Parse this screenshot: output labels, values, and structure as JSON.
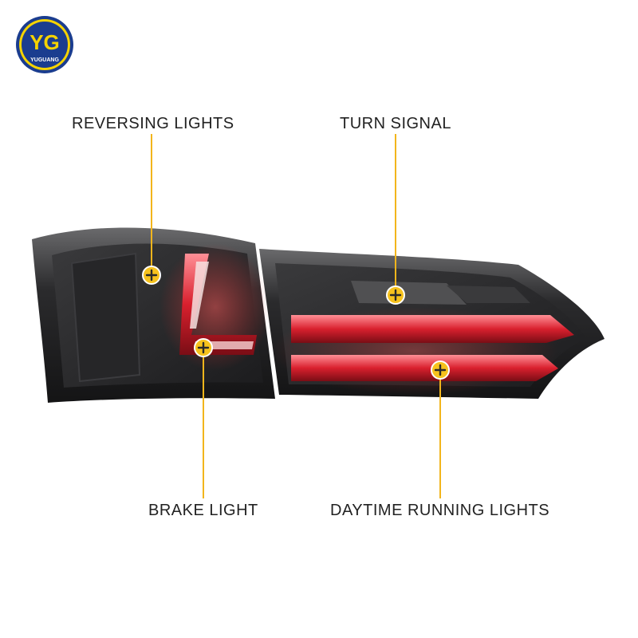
{
  "brand": {
    "monogram": "YG",
    "name": "YUGUANG",
    "colors": {
      "ring": "#1b3d8f",
      "fill": "#f5d300",
      "text": "#1b3d8f"
    }
  },
  "accent_color": "#f2b51c",
  "callouts": [
    {
      "id": "reversing",
      "label": "REVERSING LIGHTS"
    },
    {
      "id": "turn",
      "label": "TURN SIGNAL"
    },
    {
      "id": "brake",
      "label": "BRAKE LIGHT"
    },
    {
      "id": "drl",
      "label": "DAYTIME RUNNING LIGHTS"
    }
  ]
}
